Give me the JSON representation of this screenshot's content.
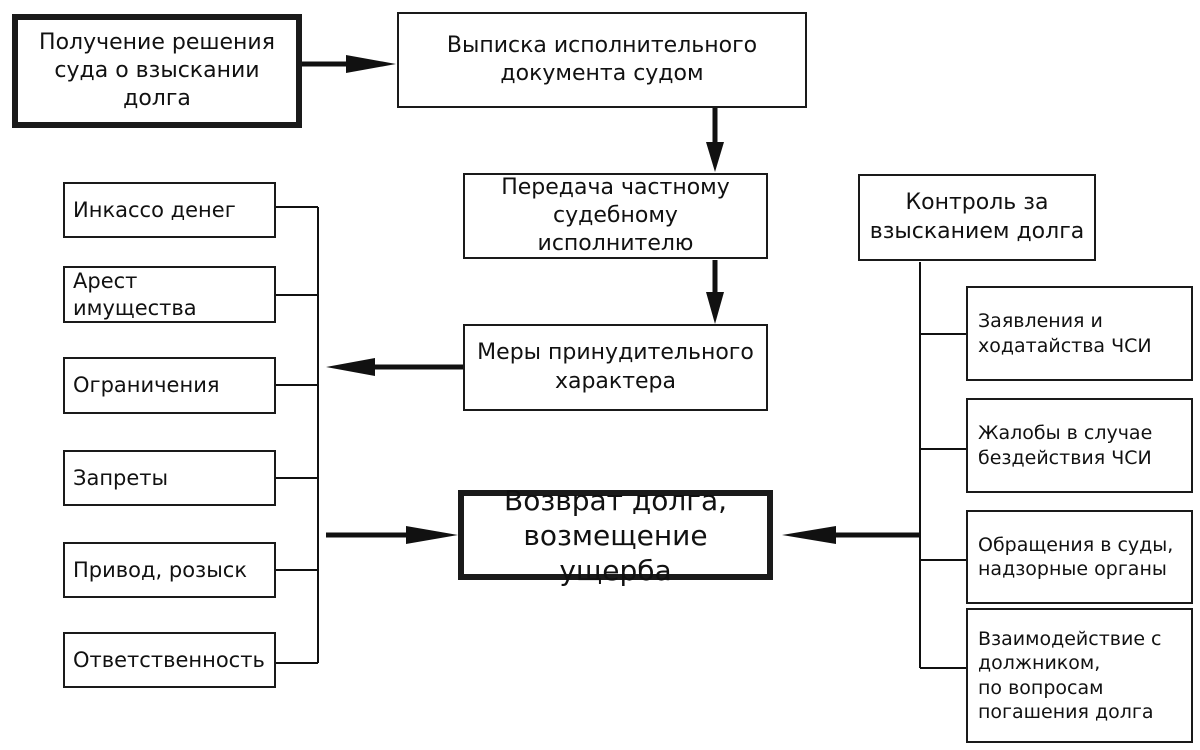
{
  "flow": {
    "court_decision": "Получение решения\nсуда о взыскании долга",
    "writ_issue": "Выписка исполнительного\nдокумента судом",
    "transfer": "Передача частному\nсудебному исполнителю",
    "enforcement_measures": "Меры принудительного\nхарактера",
    "result": "Возврат долга,\nвозмещение ущерба",
    "control": "Контроль за\nвзысканием долга"
  },
  "measures": [
    "Инкассо денег",
    "Арест имущества",
    "Ограничения",
    "Запреты",
    "Привод, розыск",
    "Ответственность"
  ],
  "control_items": [
    "Заявления и\nходатайства ЧСИ",
    "Жалобы в случае\nбездействия ЧСИ",
    "Обращения в суды,\nнадзорные органы",
    "Взаимодействие с\nдолжником,\nпо вопросам\nпогашения долга"
  ]
}
